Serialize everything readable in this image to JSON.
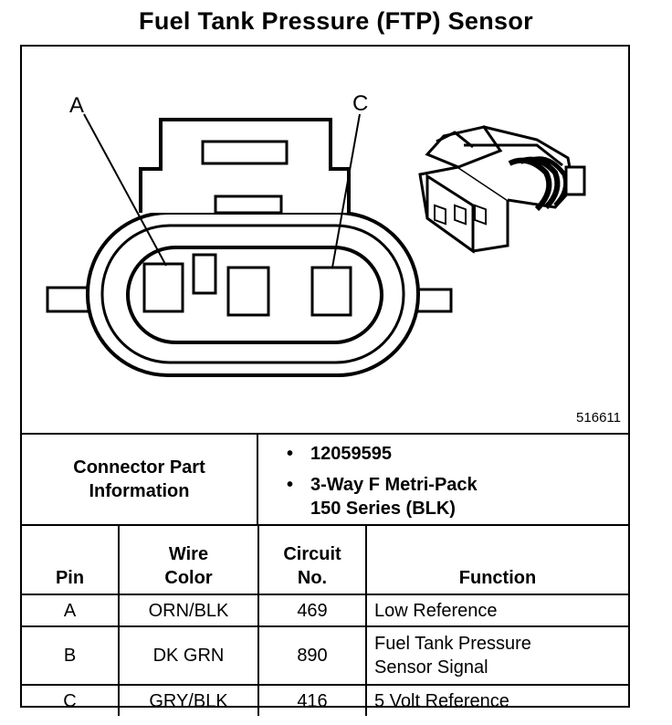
{
  "title": "Fuel Tank Pressure (FTP) Sensor",
  "diagram": {
    "pin_labels": [
      "A",
      "C"
    ],
    "figure_id": "516611"
  },
  "connector_info": {
    "label_line1": "Connector Part",
    "label_line2": "Information",
    "items": [
      {
        "bullet": "•",
        "lines": [
          "12059595"
        ]
      },
      {
        "bullet": "•",
        "lines": [
          "3-Way F Metri-Pack",
          "150 Series (BLK)"
        ]
      }
    ]
  },
  "table": {
    "headers": {
      "pin": "Pin",
      "wire_line1": "Wire",
      "wire_line2": "Color",
      "circuit_line1": "Circuit",
      "circuit_line2": "No.",
      "function": "Function"
    },
    "rows": [
      {
        "pin": "A",
        "wire": "ORN/BLK",
        "circuit": "469",
        "function": [
          "Low Reference"
        ]
      },
      {
        "pin": "B",
        "wire": "DK GRN",
        "circuit": "890",
        "function": [
          "Fuel Tank Pressure",
          "Sensor Signal"
        ]
      },
      {
        "pin": "C",
        "wire": "GRY/BLK",
        "circuit": "416",
        "function": [
          "5 Volt Reference"
        ]
      }
    ]
  }
}
